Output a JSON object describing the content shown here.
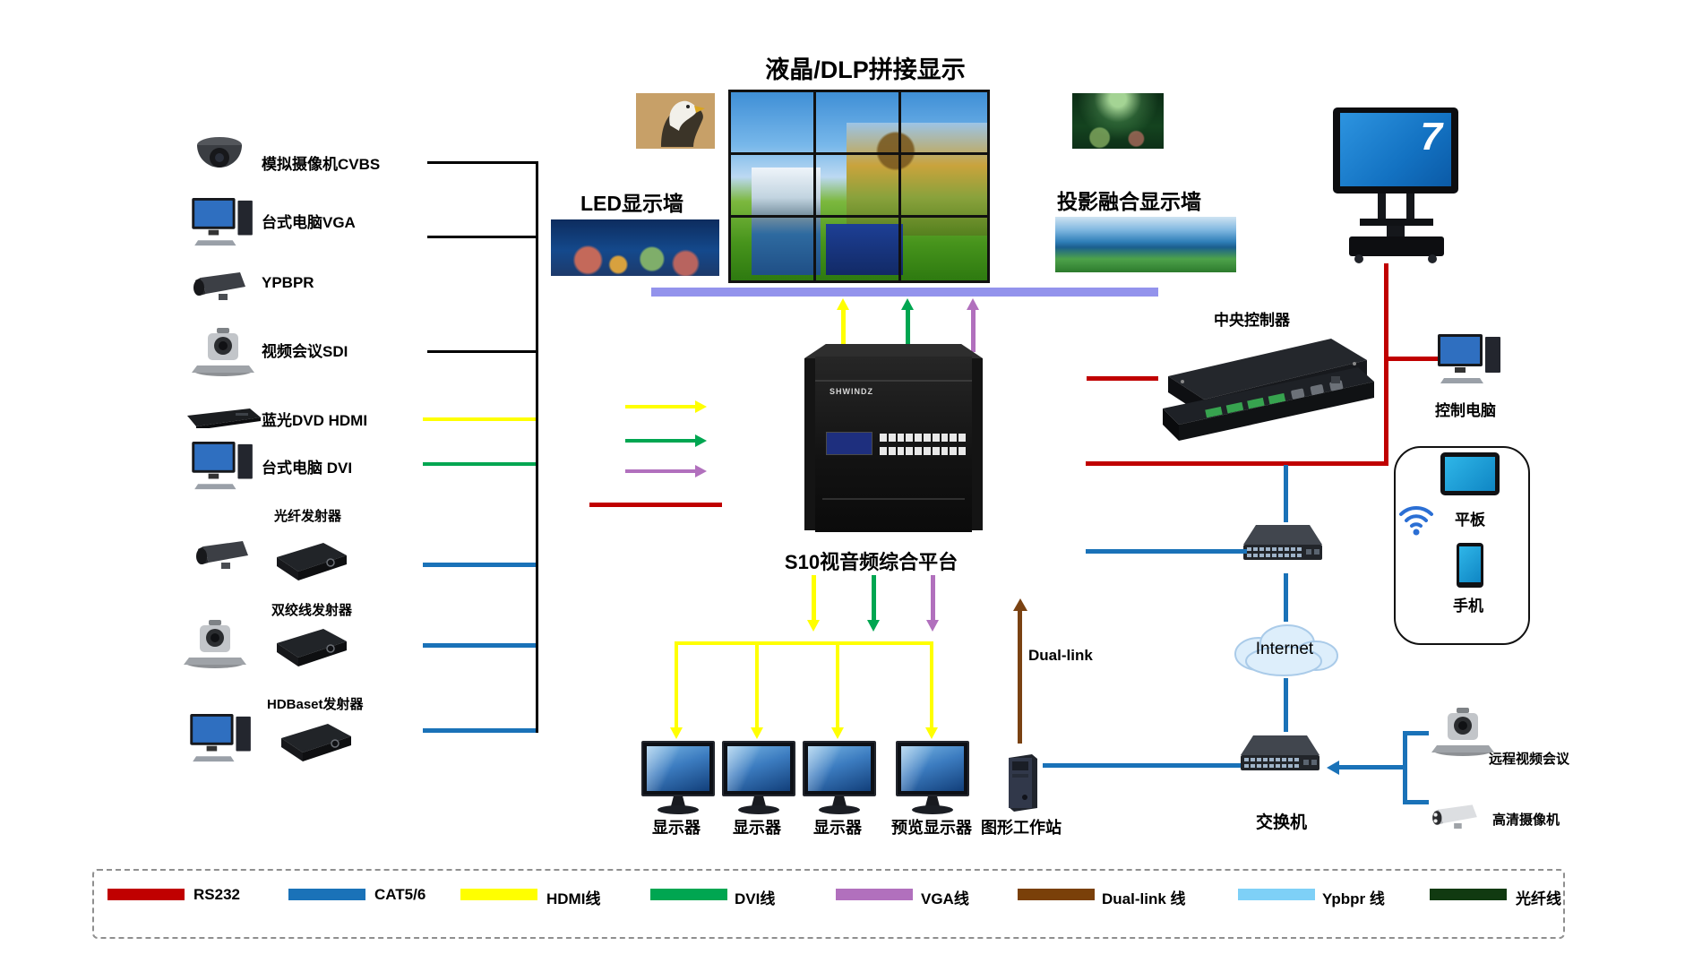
{
  "title": "液晶/DLP拼接显示",
  "walls": {
    "led_label": "LED显示墙",
    "projection_label": "投影融合显示墙"
  },
  "sources": [
    {
      "label": "模拟摄像机CVBS"
    },
    {
      "label": "台式电脑VGA"
    },
    {
      "label": "YPBPR"
    },
    {
      "label": "视频会议SDI"
    },
    {
      "label": "蓝光DVD HDMI"
    },
    {
      "label": "台式电脑 DVI"
    },
    {
      "label": "光纤发射器"
    },
    {
      "label": "双绞线发射器"
    },
    {
      "label": "HDBaset发射器"
    }
  ],
  "platform": {
    "brand": "SHWINDZ",
    "label": "S10视音频综合平台"
  },
  "controller_label": "中央控制器",
  "control_pc_label": "控制电脑",
  "monitors": [
    {
      "label": "显示器"
    },
    {
      "label": "显示器"
    },
    {
      "label": "显示器"
    },
    {
      "label": "预览显示器"
    }
  ],
  "workstation_label": "图形工作站",
  "dual_link_label": "Dual-link",
  "internet_label": "Internet",
  "switch_label": "交换机",
  "mobile": {
    "tablet_label": "平板",
    "phone_label": "手机"
  },
  "remote": {
    "conference_label": "远程视频会议",
    "camera_label": "高清摄像机"
  },
  "screen_logo": "7",
  "legend": [
    {
      "label": "RS232",
      "color": "#c00000"
    },
    {
      "label": "CAT5/6",
      "color": "#1a72b8"
    },
    {
      "label": "HDMI线",
      "color": "#ffff00"
    },
    {
      "label": "DVI线",
      "color": "#00a651"
    },
    {
      "label": "VGA线",
      "color": "#b170bd"
    },
    {
      "label": "Dual-link 线",
      "color": "#7a4009"
    },
    {
      "label": "Ypbpr 线",
      "color": "#7ed0f7"
    },
    {
      "label": "光纤线",
      "color": "#113a11"
    }
  ]
}
